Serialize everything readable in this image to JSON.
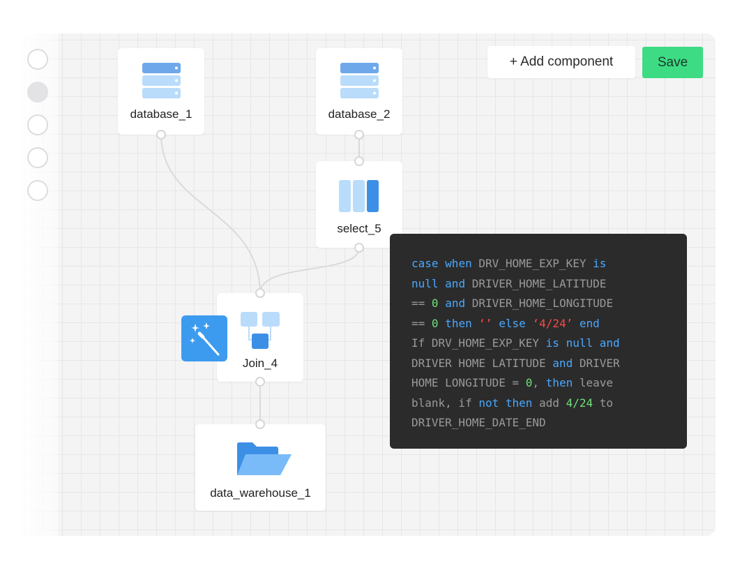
{
  "toolbar": {
    "add_component_label": "+ Add component",
    "save_label": "Save"
  },
  "nodes": {
    "database_1": {
      "label": "database_1",
      "icon": "database-icon"
    },
    "database_2": {
      "label": "database_2",
      "icon": "database-icon"
    },
    "select_5": {
      "label": "select_5",
      "icon": "columns-icon"
    },
    "join_4": {
      "label": "Join_4",
      "icon": "join-icon"
    },
    "data_warehouse_1": {
      "label": "data_warehouse_1",
      "icon": "folder-icon"
    }
  },
  "magic_tool": {
    "icon": "magic-wand-icon"
  },
  "code_panel": {
    "lines": [
      [
        {
          "t": "kw",
          "v": "case"
        },
        {
          "t": "txt",
          "v": " "
        },
        {
          "t": "kw",
          "v": "when"
        },
        {
          "t": "txt",
          "v": " DRV_HOME_EXP_KEY "
        },
        {
          "t": "kw",
          "v": "is"
        }
      ],
      [
        {
          "t": "kw",
          "v": "null"
        },
        {
          "t": "txt",
          "v": " "
        },
        {
          "t": "kw",
          "v": "and"
        },
        {
          "t": "txt",
          "v": " DRIVER_HOME_LATITUDE"
        }
      ],
      [
        {
          "t": "txt",
          "v": "== "
        },
        {
          "t": "num",
          "v": "0"
        },
        {
          "t": "txt",
          "v": " "
        },
        {
          "t": "kw",
          "v": "and"
        },
        {
          "t": "txt",
          "v": " DRIVER_HOME_LONGITUDE"
        }
      ],
      [
        {
          "t": "txt",
          "v": "== "
        },
        {
          "t": "num",
          "v": "0"
        },
        {
          "t": "txt",
          "v": " "
        },
        {
          "t": "kw",
          "v": "then"
        },
        {
          "t": "txt",
          "v": " "
        },
        {
          "t": "str",
          "v": "‘’"
        },
        {
          "t": "txt",
          "v": " "
        },
        {
          "t": "kw",
          "v": "else"
        },
        {
          "t": "txt",
          "v": " "
        },
        {
          "t": "str",
          "v": "‘4/24’"
        },
        {
          "t": "txt",
          "v": " "
        },
        {
          "t": "kw",
          "v": "end"
        }
      ],
      [
        {
          "t": "txt",
          "v": "If DRV_HOME_EXP_KEY "
        },
        {
          "t": "kw",
          "v": "is"
        },
        {
          "t": "txt",
          "v": " "
        },
        {
          "t": "kw",
          "v": "null"
        },
        {
          "t": "txt",
          "v": " "
        },
        {
          "t": "kw",
          "v": "and"
        }
      ],
      [
        {
          "t": "txt",
          "v": "DRIVER HOME LATITUDE "
        },
        {
          "t": "kw",
          "v": "and"
        },
        {
          "t": "txt",
          "v": " DRIVER"
        }
      ],
      [
        {
          "t": "txt",
          "v": "HOME LONGITUDE = "
        },
        {
          "t": "num",
          "v": "0"
        },
        {
          "t": "txt",
          "v": ", "
        },
        {
          "t": "kw",
          "v": "then"
        },
        {
          "t": "txt",
          "v": " leave"
        }
      ],
      [
        {
          "t": "txt",
          "v": "blank, if "
        },
        {
          "t": "kw",
          "v": "not"
        },
        {
          "t": "txt",
          "v": " "
        },
        {
          "t": "kw",
          "v": "then"
        },
        {
          "t": "txt",
          "v": " add "
        },
        {
          "t": "num",
          "v": "4/24"
        },
        {
          "t": "txt",
          "v": " to"
        }
      ],
      [
        {
          "t": "txt",
          "v": "DRIVER_HOME_DATE_END"
        }
      ]
    ]
  },
  "colors": {
    "accent_blue": "#3d9bef",
    "save_green": "#3ddc84",
    "code_bg": "#2b2b2b",
    "keyword": "#4aa8ff",
    "number": "#6ee07a",
    "string": "#ff4747"
  }
}
